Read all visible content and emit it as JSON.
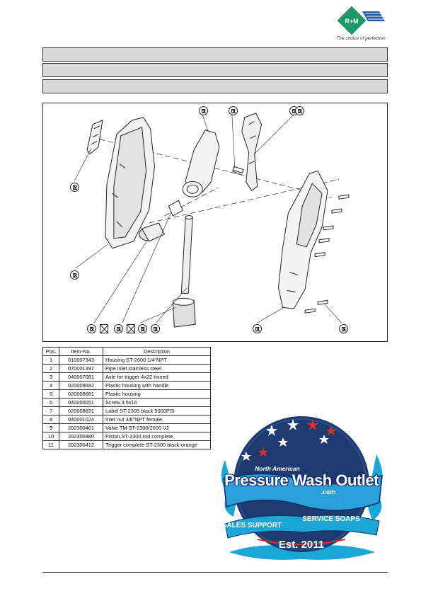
{
  "logo": {
    "brand": "R+M",
    "tagline": "The choice of perfection",
    "color": "#1a9a6a"
  },
  "drawing": {
    "icon": "exploded-parts-diagram"
  },
  "parts_table": {
    "headers": [
      "Pos.",
      "Item-No.",
      "Description"
    ],
    "rows": [
      [
        "1",
        "010007343",
        "Housing ST-2600 1/4\"NPT"
      ],
      [
        "2",
        "070001397",
        "Pipe inlet stainless steel"
      ],
      [
        "3",
        "040007081",
        "Axle for trigger 4x22 honed"
      ],
      [
        "4",
        "020008682",
        "Plastic housing with handle"
      ],
      [
        "5",
        "020008681",
        "Plastic housing"
      ],
      [
        "6",
        "040000051",
        "Screw 3.5x16"
      ],
      [
        "7",
        "020008831",
        "Label ST-2305 black 5000PSI"
      ],
      [
        "8",
        "040001024",
        "Inlet nut 3/8\"NPT female"
      ],
      [
        "9",
        "202300461",
        "Valve TM  ST-2300/2600 V2"
      ],
      [
        "10",
        "202300380",
        "Piston ST-2300 rod complete"
      ],
      [
        "11",
        "202300412",
        "Trigger complete ST-2300 black-orange"
      ]
    ]
  },
  "badge": {
    "top_line": "North American",
    "main": "Pressure Wash Outlet",
    "domain": ".com",
    "left_words": "SALES  SUPPORT",
    "right_words": "SERVICE  SOAPS",
    "established": "Est. 2011",
    "navy": "#1f3a6e",
    "splash": "#1aa7d8"
  }
}
